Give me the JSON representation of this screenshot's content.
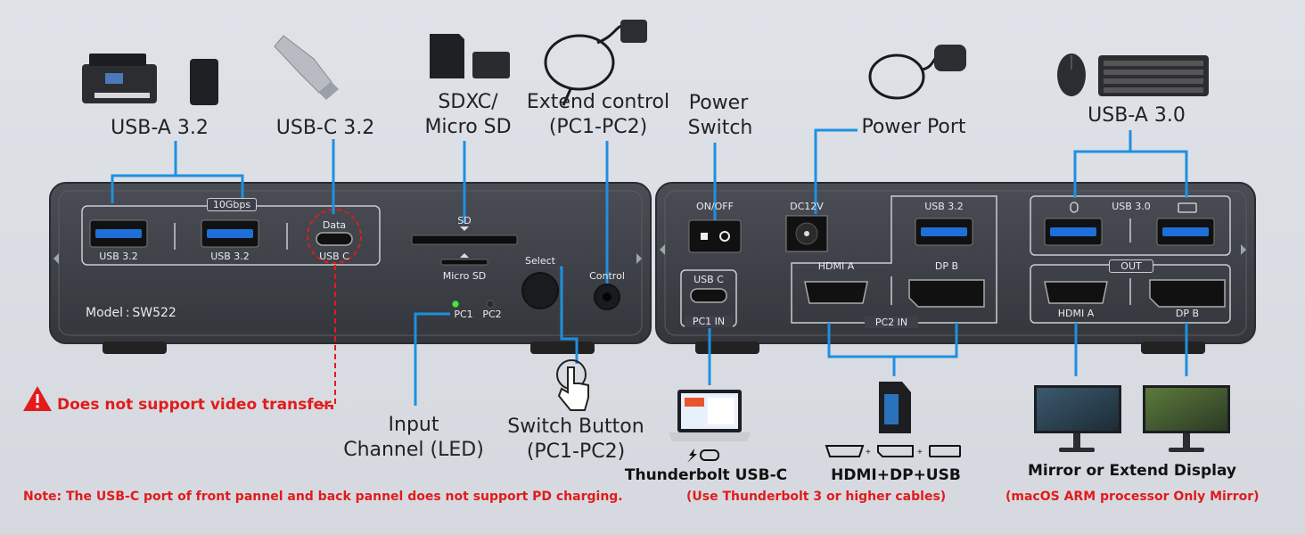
{
  "labels": {
    "usb_a_32": "USB-A 3.2",
    "usb_c_32": "USB-C 3.2",
    "sdxc": "SDXC/",
    "micro_sd": "Micro SD",
    "extend_control_1": "Extend control",
    "extend_control_2": "(PC1-PC2)",
    "power_switch_1": "Power",
    "power_switch_2": "Switch",
    "power_port": "Power Port",
    "usb_a_30": "USB-A 3.0",
    "input_channel_1": "Input",
    "input_channel_2": "Channel (LED)",
    "switch_button_1": "Switch Button",
    "switch_button_2": "(PC1-PC2)"
  },
  "front_panel": {
    "speed_badge": "10Gbps",
    "port1": "USB 3.2",
    "port2": "USB 3.2",
    "data": "Data",
    "usbc": "USB C",
    "sd": "SD",
    "micro_sd": "Micro SD",
    "pc1": "PC1",
    "pc2": "PC2",
    "select": "Select",
    "control": "Control",
    "model": "Model : SW522"
  },
  "back_panel": {
    "on_off": "ON/OFF",
    "dc12v": "DC12V",
    "usb32": "USB 3.2",
    "usb30": "USB 3.0",
    "usbc": "USB C",
    "pc1_in": "PC1 IN",
    "hdmi_a_in": "HDMI A",
    "dp_b_in": "DP B",
    "pc2_in": "PC2 IN",
    "out": "OUT",
    "hdmi_a_out": "HDMI A",
    "dp_b_out": "DP B"
  },
  "warning": "Does not support video transfer.",
  "thunderbolt": "Thunderbolt USB-C",
  "thunderbolt_note": "(Use Thunderbolt 3 or higher cables)",
  "hdmi_dp_usb": "HDMI+DP+USB",
  "mirror_extend": "Mirror or Extend Display",
  "mirror_note": "(macOS ARM processor Only Mirror)",
  "note": "Note: The USB-C port of front pannel and back pannel does not support PD charging.",
  "colors": {
    "accent": "#1e90e0",
    "warning": "#e21b1b",
    "panel": "#3d4048"
  }
}
